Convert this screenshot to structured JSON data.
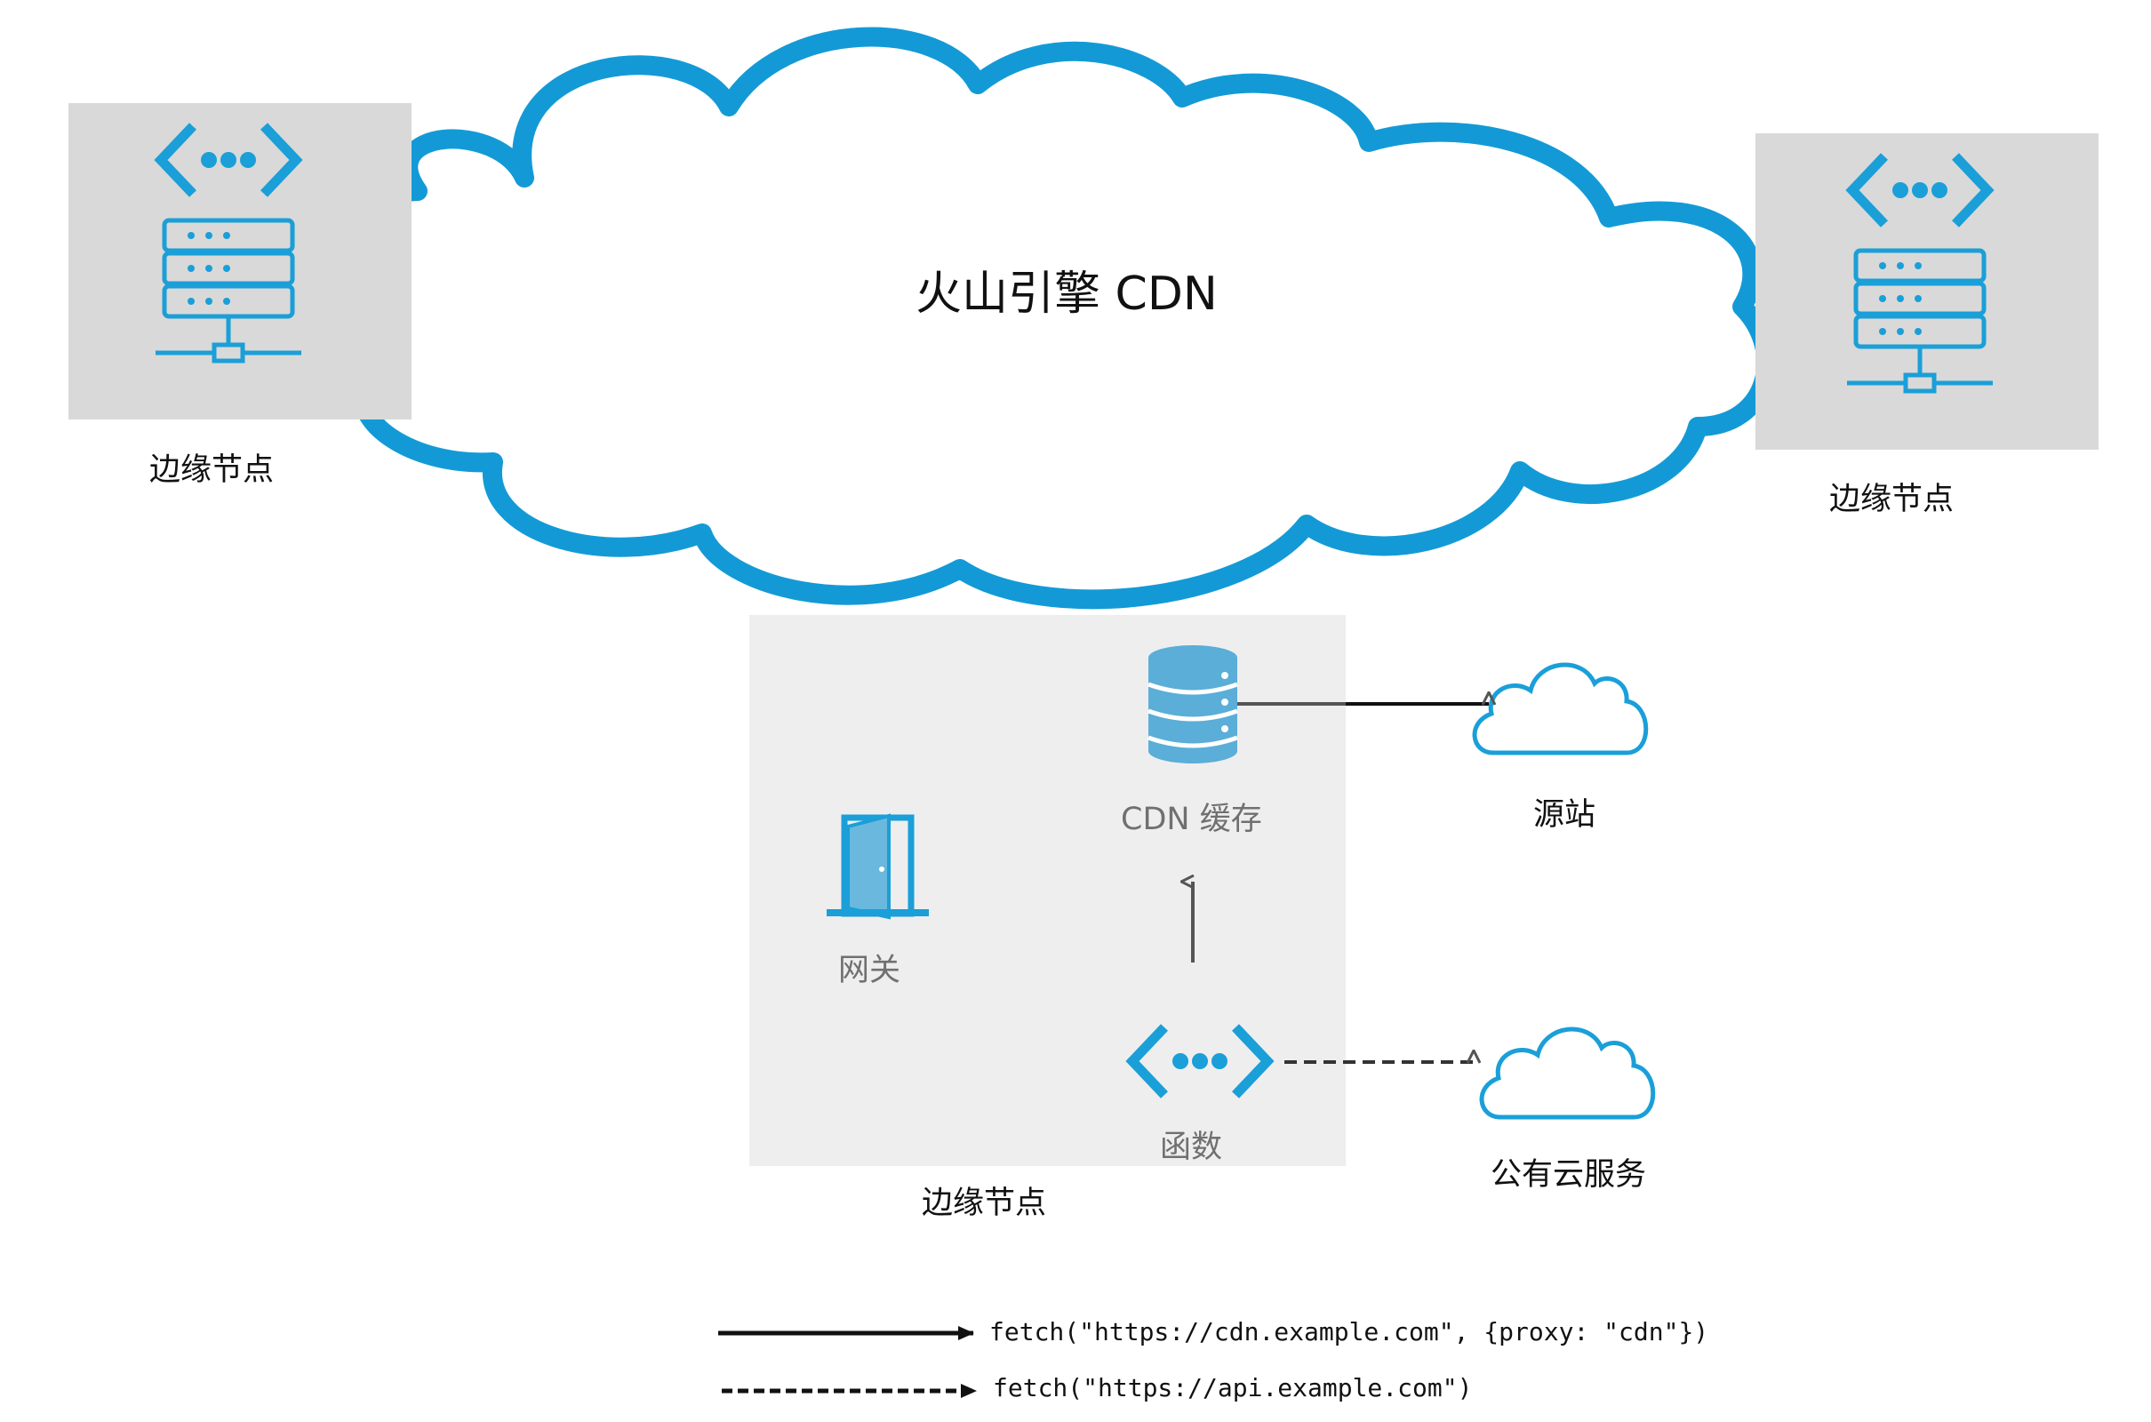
{
  "colors": {
    "accent": "#1a9fd8",
    "cloud_stroke": "#139ad6",
    "node_bg": "#d9d9d9",
    "edge_box_bg": "#eeeeee",
    "muted_text": "#707070"
  },
  "cdn_cloud": {
    "title": "火山引擎 CDN"
  },
  "edge_nodes": [
    {
      "label": "边缘节点",
      "icons": [
        "code-icon",
        "server-icon"
      ]
    },
    {
      "label": "边缘节点",
      "icons": [
        "code-icon",
        "server-icon"
      ]
    }
  ],
  "main_edge_node": {
    "label": "边缘节点",
    "gateway": {
      "label": "网关",
      "icon": "door-icon"
    },
    "cache": {
      "label": "CDN 缓存",
      "icon": "database-icon"
    },
    "function": {
      "label": "函数",
      "icon": "code-icon"
    }
  },
  "targets": {
    "origin": {
      "label": "源站",
      "icon": "cloud-icon"
    },
    "public_cloud": {
      "label": "公有云服务",
      "icon": "cloud-icon"
    }
  },
  "legend": {
    "solid": "fetch(\"https://cdn.example.com\", {proxy: \"cdn\"})",
    "dashed": "fetch(\"https://api.example.com\")"
  }
}
